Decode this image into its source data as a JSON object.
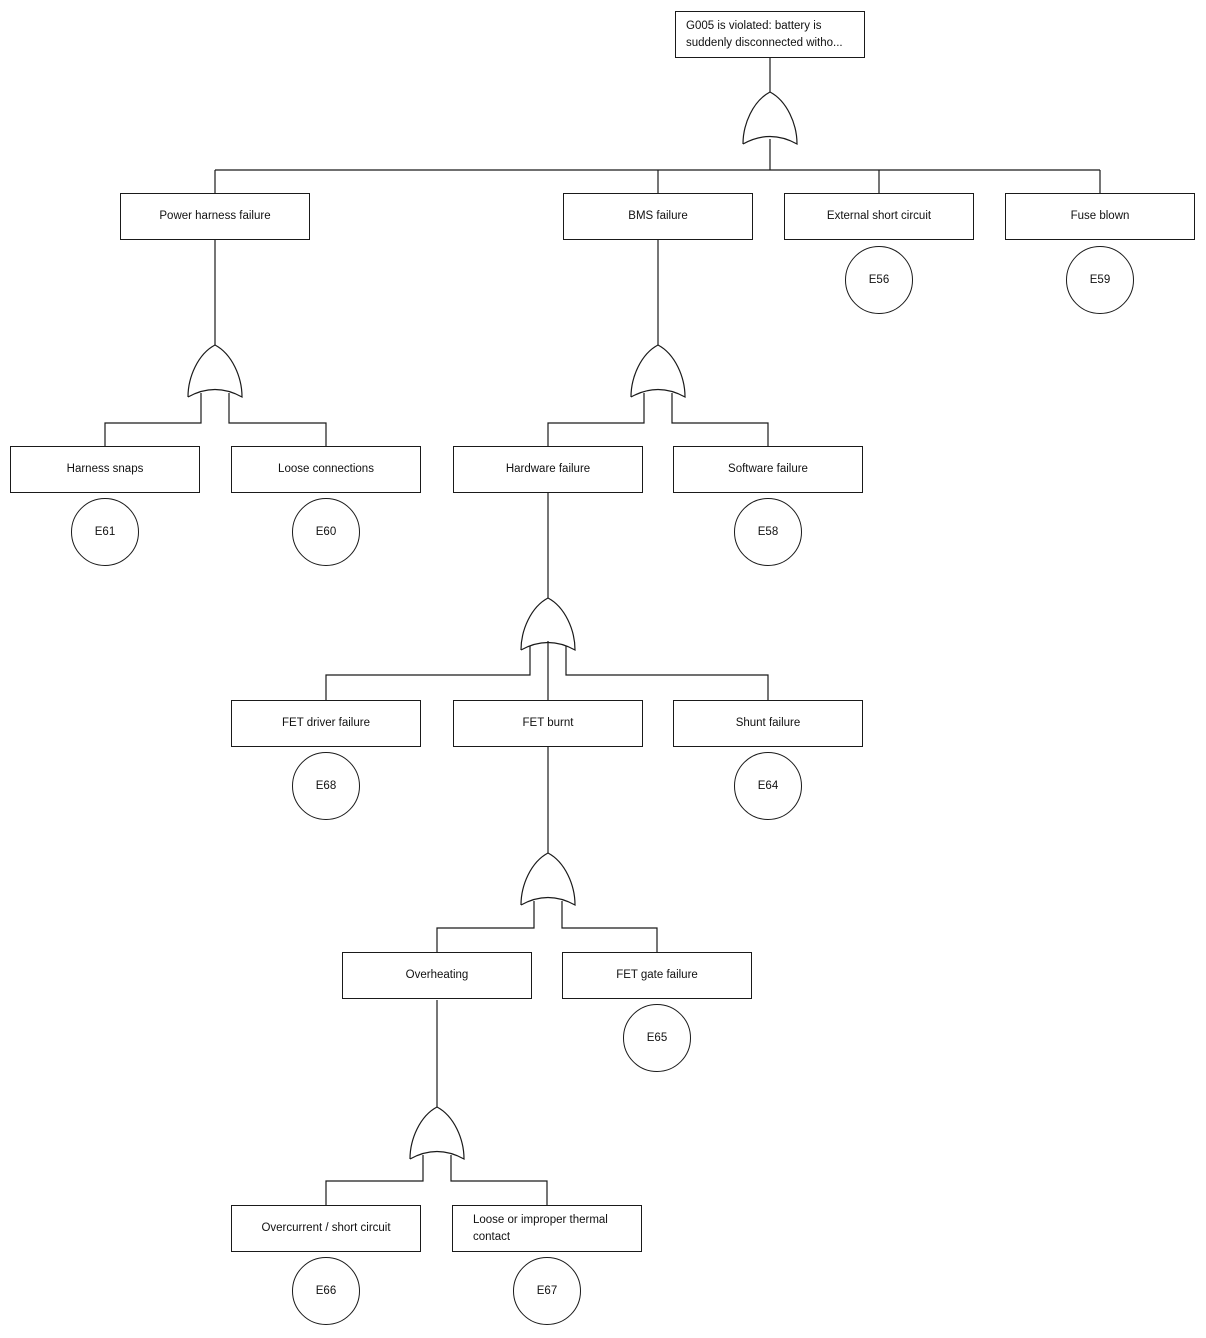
{
  "diagram_type": "fault-tree",
  "tree": {
    "label": "G005 is violated: battery is suddenly disconnected witho...",
    "gate": "OR",
    "children": [
      {
        "label": "Power harness failure",
        "gate": "OR",
        "children": [
          {
            "label": "Harness snaps",
            "id": "E61"
          },
          {
            "label": "Loose connections",
            "id": "E60"
          }
        ]
      },
      {
        "label": "BMS failure",
        "gate": "OR",
        "children": [
          {
            "label": "Hardware failure",
            "gate": "OR",
            "children": [
              {
                "label": "FET driver failure",
                "id": "E68"
              },
              {
                "label": "FET burnt",
                "gate": "OR",
                "children": [
                  {
                    "label": "Overheating",
                    "gate": "OR",
                    "children": [
                      {
                        "label": "Overcurrent / short circuit",
                        "id": "E66"
                      },
                      {
                        "label": "Loose or improper thermal contact",
                        "id": "E67"
                      }
                    ]
                  },
                  {
                    "label": "FET gate failure",
                    "id": "E65"
                  }
                ]
              },
              {
                "label": "Shunt failure",
                "id": "E64"
              }
            ]
          },
          {
            "label": "Software failure",
            "id": "E58"
          }
        ]
      },
      {
        "label": "External short circuit",
        "id": "E56"
      },
      {
        "label": "Fuse blown",
        "id": "E59"
      }
    ]
  },
  "colors": {
    "line": "#1a1a1a",
    "background": "#ffffff",
    "text": "#111111"
  }
}
